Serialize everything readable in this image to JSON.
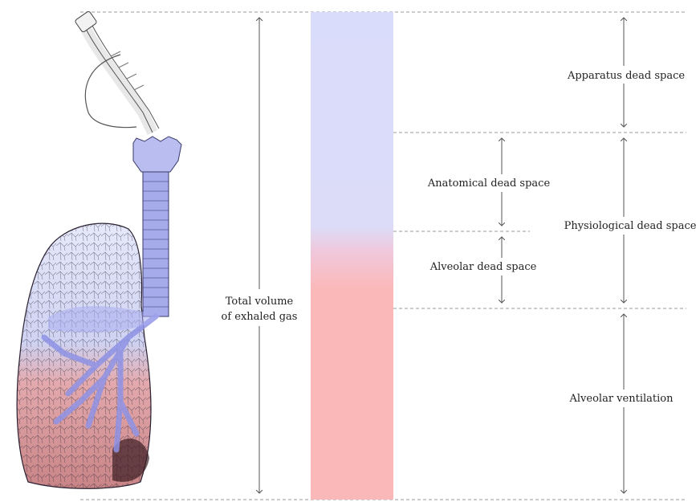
{
  "labels": {
    "total_volume_line1": "Total volume",
    "total_volume_line2": "of exhaled gas",
    "apparatus": "Apparatus dead space",
    "anatomical": "Anatomical dead space",
    "alveolar_dead": "Alveolar dead space",
    "physiological": "Physiological dead space",
    "alveolar_ventilation": "Alveolar ventilation"
  },
  "colors": {
    "dead_space_blue": "#d9dcfb",
    "alveolar_pink": "#fbb8b8",
    "airway_violet": "#9a9ee8",
    "lung_upper": "#dde2f7",
    "lung_lower": "#dfa0a0",
    "line": "#555555",
    "dashed": "#9a9a9a"
  },
  "icons": [
    "endotracheal-tube-icon",
    "lung-airway-illustration"
  ]
}
